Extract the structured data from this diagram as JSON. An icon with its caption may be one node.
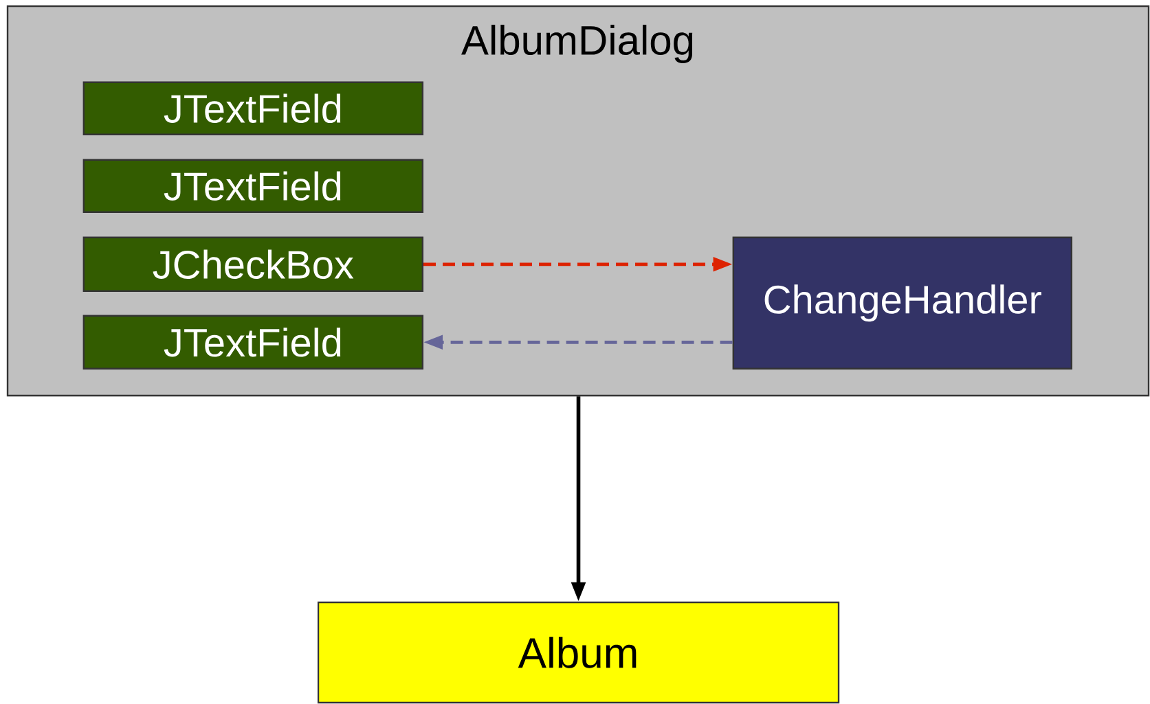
{
  "diagram": {
    "nodes": [
      {
        "text": [
          "AlbumDialog"
        ]
      },
      {
        "text": [
          "JTextField"
        ],
        "in": 0
      },
      {
        "text": [
          "JTextField"
        ],
        "in": 0
      },
      {
        "text": [
          "JCheckBox"
        ],
        "in": 0
      },
      {
        "text": [
          "JTextField"
        ],
        "in": 0
      },
      {
        "text": [
          "ChangeHandler"
        ],
        "in": 0
      },
      {
        "text": [
          "Album"
        ]
      }
    ],
    "edges": [
      {
        "from": 3,
        "to": 5,
        "arrow": "to",
        "style": "dashed",
        "color": "#dd2200"
      },
      {
        "from": 5,
        "to": 4,
        "arrow": "to",
        "style": "dashed",
        "color": "#666699"
      },
      {
        "from": 0,
        "to": 6,
        "arrow": "to",
        "color": "#000000"
      }
    ]
  }
}
